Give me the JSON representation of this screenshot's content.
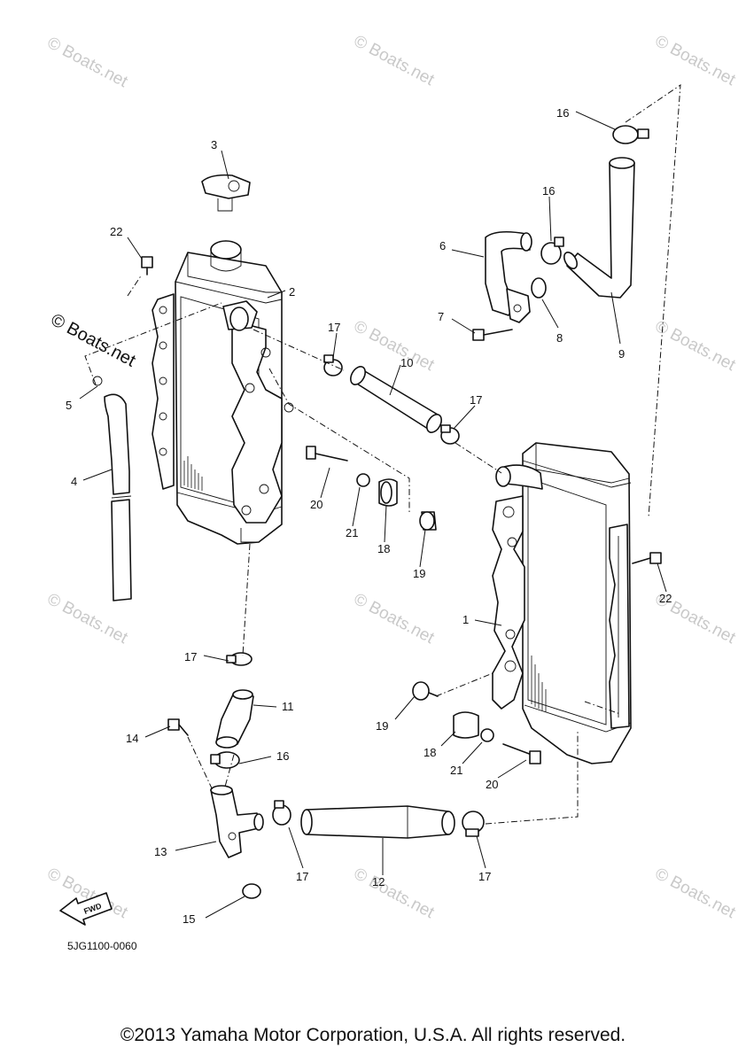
{
  "watermark": "© Boats.net",
  "part_numbers": {
    "p1": "1",
    "p2": "2",
    "p3": "3",
    "p4": "4",
    "p5": "5",
    "p6": "6",
    "p7": "7",
    "p8": "8",
    "p9": "9",
    "p10": "10",
    "p11": "11",
    "p12": "12",
    "p13": "13",
    "p14": "14",
    "p15": "15",
    "p16": "16",
    "p17": "17",
    "p18": "18",
    "p19": "19",
    "p20": "20",
    "p21": "21",
    "p22": "22"
  },
  "fwd_label": "FWD",
  "diagram_code": "5JG1100-0060",
  "copyright": "©2013 Yamaha Motor Corporation, U.S.A. All rights reserved."
}
